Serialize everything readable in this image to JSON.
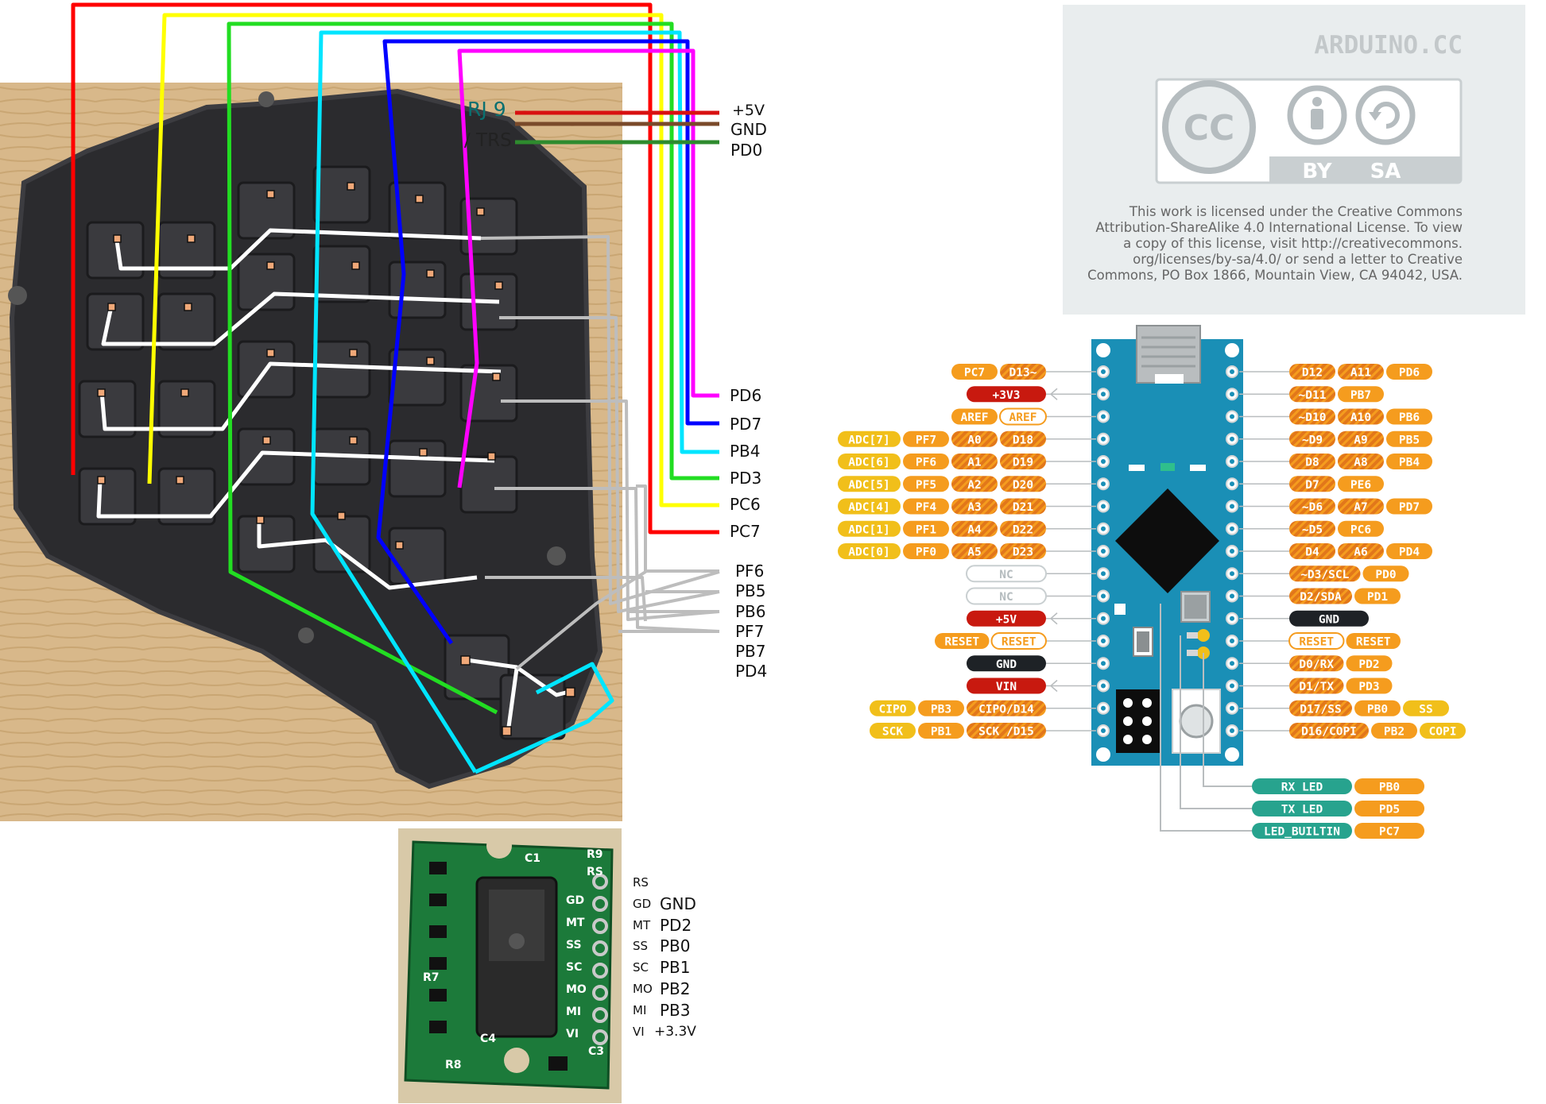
{
  "connector": {
    "label_line1": "RJ 9",
    "label_line2": "/ TRS",
    "pins": [
      {
        "label": "+5V",
        "color": "#d81010"
      },
      {
        "label": "GND",
        "color": "#7a4a2a"
      },
      {
        "label": "PD0",
        "color": "#2e8b2e"
      }
    ]
  },
  "column_labels": [
    {
      "label": "PD6",
      "color": "#ff00ff"
    },
    {
      "label": "PD7",
      "color": "#0000ff"
    },
    {
      "label": "PB4",
      "color": "#00e5ff"
    },
    {
      "label": "PD3",
      "color": "#22dd22"
    },
    {
      "label": "PC6",
      "color": "#ffff00"
    },
    {
      "label": "PC7",
      "color": "#ff0000"
    }
  ],
  "row_labels": [
    "PF6",
    "PB5",
    "PB6",
    "PF7",
    "PB7",
    "PD4"
  ],
  "sensor": {
    "pins": [
      {
        "short": "RS",
        "net": ""
      },
      {
        "short": "GD",
        "net": "GND"
      },
      {
        "short": "MT",
        "net": "PD2"
      },
      {
        "short": "SS",
        "net": "PB0"
      },
      {
        "short": "SC",
        "net": "PB1"
      },
      {
        "short": "MO",
        "net": "PB2"
      },
      {
        "short": "MI",
        "net": "PB3"
      },
      {
        "short": "VI",
        "net": "+3.3V"
      }
    ],
    "silkscreen": [
      "C1",
      "R9",
      "RS",
      "GD",
      "MT",
      "SS",
      "SC",
      "MO",
      "MI",
      "VI",
      "R7",
      "R8",
      "C4",
      "C3"
    ]
  },
  "license": {
    "brand": "ARDUINO.CC",
    "cc": "CC",
    "by": "BY",
    "sa": "SA",
    "lines": [
      "This work is licensed under the Creative Commons",
      "Attribution-ShareAlike 4.0 International License. To view",
      "a copy of this license, visit http://creativecommons.",
      "org/licenses/by-sa/4.0/ or send a letter to Creative",
      "Commons, PO Box 1866, Mountain View, CA 94042, USA."
    ]
  },
  "pinout": {
    "colors": {
      "orange": "#f59c1e",
      "gold": "#f1bf1a",
      "red": "#c8190f",
      "black": "#1e2226",
      "teal": "#27a38e",
      "board": "#1a8fb6"
    },
    "left": [
      {
        "tags": [
          {
            "t": "PC7",
            "c": "orange"
          },
          {
            "t": "D13~",
            "c": "orange",
            "hatch": true
          }
        ]
      },
      {
        "tags": [
          {
            "t": "+3V3",
            "c": "red"
          }
        ],
        "arrow": true
      },
      {
        "tags": [
          {
            "t": "AREF",
            "c": "orange"
          },
          {
            "t": "AREF",
            "c": "outline"
          }
        ]
      },
      {
        "tags": [
          {
            "t": "ADC[7]",
            "c": "gold"
          },
          {
            "t": "PF7",
            "c": "orange"
          },
          {
            "t": "A0",
            "c": "orange",
            "hatch": true
          },
          {
            "t": "D18",
            "c": "orange",
            "hatch": true
          }
        ]
      },
      {
        "tags": [
          {
            "t": "ADC[6]",
            "c": "gold"
          },
          {
            "t": "PF6",
            "c": "orange"
          },
          {
            "t": "A1",
            "c": "orange",
            "hatch": true
          },
          {
            "t": "D19",
            "c": "orange",
            "hatch": true
          }
        ]
      },
      {
        "tags": [
          {
            "t": "ADC[5]",
            "c": "gold"
          },
          {
            "t": "PF5",
            "c": "orange"
          },
          {
            "t": "A2",
            "c": "orange",
            "hatch": true
          },
          {
            "t": "D20",
            "c": "orange",
            "hatch": true
          }
        ]
      },
      {
        "tags": [
          {
            "t": "ADC[4]",
            "c": "gold"
          },
          {
            "t": "PF4",
            "c": "orange"
          },
          {
            "t": "A3",
            "c": "orange",
            "hatch": true
          },
          {
            "t": "D21",
            "c": "orange",
            "hatch": true
          }
        ]
      },
      {
        "tags": [
          {
            "t": "ADC[1]",
            "c": "gold"
          },
          {
            "t": "PF1",
            "c": "orange"
          },
          {
            "t": "A4",
            "c": "orange",
            "hatch": true
          },
          {
            "t": "D22",
            "c": "orange",
            "hatch": true
          }
        ]
      },
      {
        "tags": [
          {
            "t": "ADC[0]",
            "c": "gold"
          },
          {
            "t": "PF0",
            "c": "orange"
          },
          {
            "t": "A5",
            "c": "orange",
            "hatch": true
          },
          {
            "t": "D23",
            "c": "orange",
            "hatch": true
          }
        ]
      },
      {
        "tags": [
          {
            "t": "NC",
            "c": "nc"
          }
        ]
      },
      {
        "tags": [
          {
            "t": "NC",
            "c": "nc"
          }
        ]
      },
      {
        "tags": [
          {
            "t": "+5V",
            "c": "red"
          }
        ],
        "arrow": true
      },
      {
        "tags": [
          {
            "t": "RESET",
            "c": "orange"
          },
          {
            "t": "RESET",
            "c": "outline"
          }
        ]
      },
      {
        "tags": [
          {
            "t": "GND",
            "c": "black"
          }
        ]
      },
      {
        "tags": [
          {
            "t": "VIN",
            "c": "red"
          }
        ],
        "arrow": true
      },
      {
        "tags": [
          {
            "t": "CIPO",
            "c": "gold"
          },
          {
            "t": "PB3",
            "c": "orange"
          },
          {
            "t": "CIPO/D14",
            "c": "orange",
            "hatch": true
          }
        ]
      },
      {
        "tags": [
          {
            "t": "SCK",
            "c": "gold"
          },
          {
            "t": "PB1",
            "c": "orange"
          },
          {
            "t": "SCK /D15",
            "c": "orange",
            "hatch": true
          }
        ]
      }
    ],
    "right": [
      {
        "tags": [
          {
            "t": "D12",
            "c": "orange",
            "hatch": true
          },
          {
            "t": "A11",
            "c": "orange",
            "hatch": true
          },
          {
            "t": "PD6",
            "c": "orange"
          }
        ]
      },
      {
        "tags": [
          {
            "t": "~D11",
            "c": "orange",
            "hatch": true
          },
          {
            "t": "PB7",
            "c": "orange"
          }
        ]
      },
      {
        "tags": [
          {
            "t": "~D10",
            "c": "orange",
            "hatch": true
          },
          {
            "t": "A10",
            "c": "orange",
            "hatch": true
          },
          {
            "t": "PB6",
            "c": "orange"
          }
        ]
      },
      {
        "tags": [
          {
            "t": "~D9",
            "c": "orange",
            "hatch": true
          },
          {
            "t": "A9",
            "c": "orange",
            "hatch": true
          },
          {
            "t": "PB5",
            "c": "orange"
          }
        ]
      },
      {
        "tags": [
          {
            "t": "D8",
            "c": "orange",
            "hatch": true
          },
          {
            "t": "A8",
            "c": "orange",
            "hatch": true
          },
          {
            "t": "PB4",
            "c": "orange"
          }
        ]
      },
      {
        "tags": [
          {
            "t": "D7",
            "c": "orange",
            "hatch": true
          },
          {
            "t": "PE6",
            "c": "orange"
          }
        ]
      },
      {
        "tags": [
          {
            "t": "~D6",
            "c": "orange",
            "hatch": true
          },
          {
            "t": "A7",
            "c": "orange",
            "hatch": true
          },
          {
            "t": "PD7",
            "c": "orange"
          }
        ]
      },
      {
        "tags": [
          {
            "t": "~D5",
            "c": "orange",
            "hatch": true
          },
          {
            "t": "PC6",
            "c": "orange"
          }
        ]
      },
      {
        "tags": [
          {
            "t": "D4",
            "c": "orange",
            "hatch": true
          },
          {
            "t": "A6",
            "c": "orange",
            "hatch": true
          },
          {
            "t": "PD4",
            "c": "orange"
          }
        ]
      },
      {
        "tags": [
          {
            "t": "~D3/SCL",
            "c": "orange",
            "hatch": true
          },
          {
            "t": "PD0",
            "c": "orange"
          }
        ]
      },
      {
        "tags": [
          {
            "t": "D2/SDA",
            "c": "orange",
            "hatch": true
          },
          {
            "t": "PD1",
            "c": "orange"
          }
        ]
      },
      {
        "tags": [
          {
            "t": "GND",
            "c": "black"
          }
        ]
      },
      {
        "tags": [
          {
            "t": "RESET",
            "c": "outline"
          },
          {
            "t": "RESET",
            "c": "orange"
          }
        ]
      },
      {
        "tags": [
          {
            "t": "D0/RX",
            "c": "orange",
            "hatch": true
          },
          {
            "t": "PD2",
            "c": "orange"
          }
        ]
      },
      {
        "tags": [
          {
            "t": "D1/TX",
            "c": "orange",
            "hatch": true
          },
          {
            "t": "PD3",
            "c": "orange"
          }
        ]
      },
      {
        "tags": [
          {
            "t": "D17/SS",
            "c": "orange",
            "hatch": true
          },
          {
            "t": "PB0",
            "c": "orange"
          },
          {
            "t": "SS",
            "c": "gold"
          }
        ]
      },
      {
        "tags": [
          {
            "t": "D16/COPI",
            "c": "orange",
            "hatch": true
          },
          {
            "t": "PB2",
            "c": "orange"
          },
          {
            "t": "COPI",
            "c": "gold"
          }
        ]
      }
    ],
    "leds": [
      {
        "label": "RX LED",
        "port": "PB0"
      },
      {
        "label": "TX LED",
        "port": "PD5"
      },
      {
        "label": "LED_BUILTIN",
        "port": "PC7"
      }
    ]
  }
}
